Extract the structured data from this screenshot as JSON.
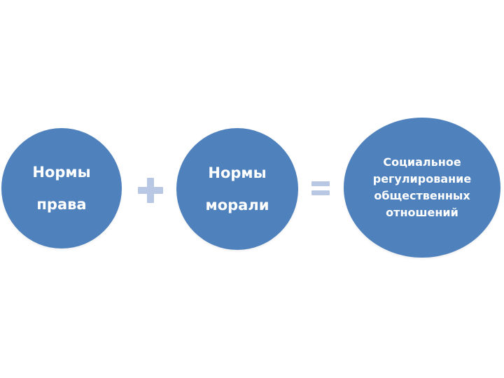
{
  "diagram": {
    "left": {
      "line1": "Нормы",
      "line2": "права"
    },
    "middle": {
      "line1": "Нормы",
      "line2": "морали"
    },
    "right": {
      "line1": "Социальное",
      "line2": "регулирование",
      "line3": "общественных",
      "line4": "отношений"
    },
    "operators": {
      "plus": "plus-icon",
      "equals": "equals-icon"
    },
    "colors": {
      "circle": "#4f81bd",
      "operator": "#b8c7e3",
      "text": "#ffffff"
    }
  }
}
